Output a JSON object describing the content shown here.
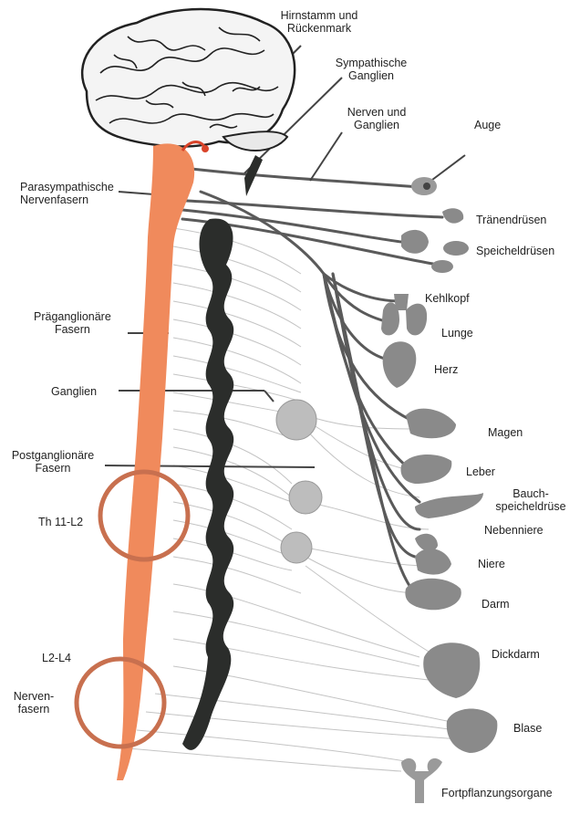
{
  "labels": {
    "hirnstamm_l1": "Hirnstamm und",
    "hirnstamm_l2": "Rückenmark",
    "symp_gang_l1": "Sympathische",
    "symp_gang_l2": "Ganglien",
    "nerven_gang_l1": "Nerven und",
    "nerven_gang_l2": "Ganglien",
    "auge": "Auge",
    "parasymp_l1": "Parasympathische",
    "parasymp_l2": "Nervenfasern",
    "traenen": "Tränendrüsen",
    "speichel": "Speicheldrüsen",
    "kehlkopf": "Kehlkopf",
    "praegang_l1": "Präganglionäre",
    "praegang_l2": "Fasern",
    "lunge": "Lunge",
    "herz": "Herz",
    "ganglien": "Ganglien",
    "magen": "Magen",
    "postgang_l1": "Postganglionäre",
    "postgang_l2": "Fasern",
    "leber": "Leber",
    "bauch_l1": "Bauch-",
    "bauch_l2": "speicheldrüse",
    "th": "Th 11-L2",
    "nebenniere": "Nebenniere",
    "niere": "Niere",
    "darm": "Darm",
    "l2l4": "L2-L4",
    "dickdarm": "Dickdarm",
    "nervenfasern_l1": "Nerven-",
    "nervenfasern_l2": "fasern",
    "blase": "Blase",
    "fortpflanzung": "Fortpflanzungsorgane"
  },
  "colors": {
    "spinal_cord": "#f08a5c",
    "sympathetic_chain": "#2b2d2b",
    "highlight_ring": "#c8704f",
    "organ": "#8a8a8a",
    "nerve": "#bdbdbd"
  }
}
